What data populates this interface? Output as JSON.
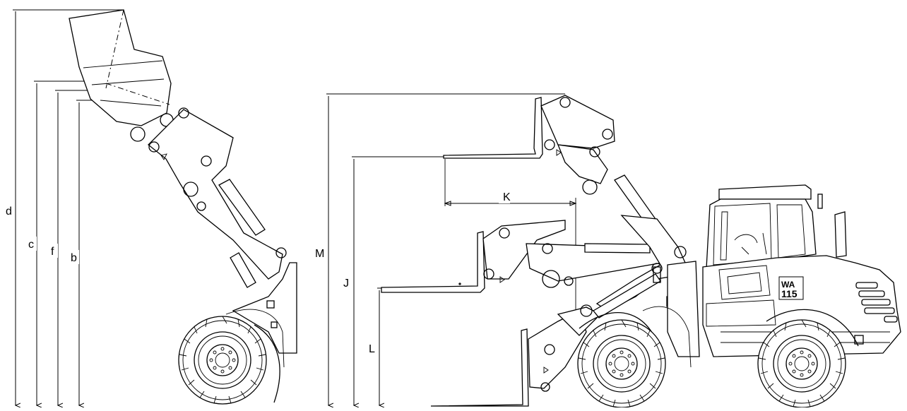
{
  "model_badge": {
    "line1": "WA",
    "line2": "115"
  },
  "dimension_labels": {
    "d": "d",
    "c": "c",
    "f": "f",
    "b": "b",
    "M": "M",
    "J": "J",
    "L": "L",
    "K": "K"
  }
}
